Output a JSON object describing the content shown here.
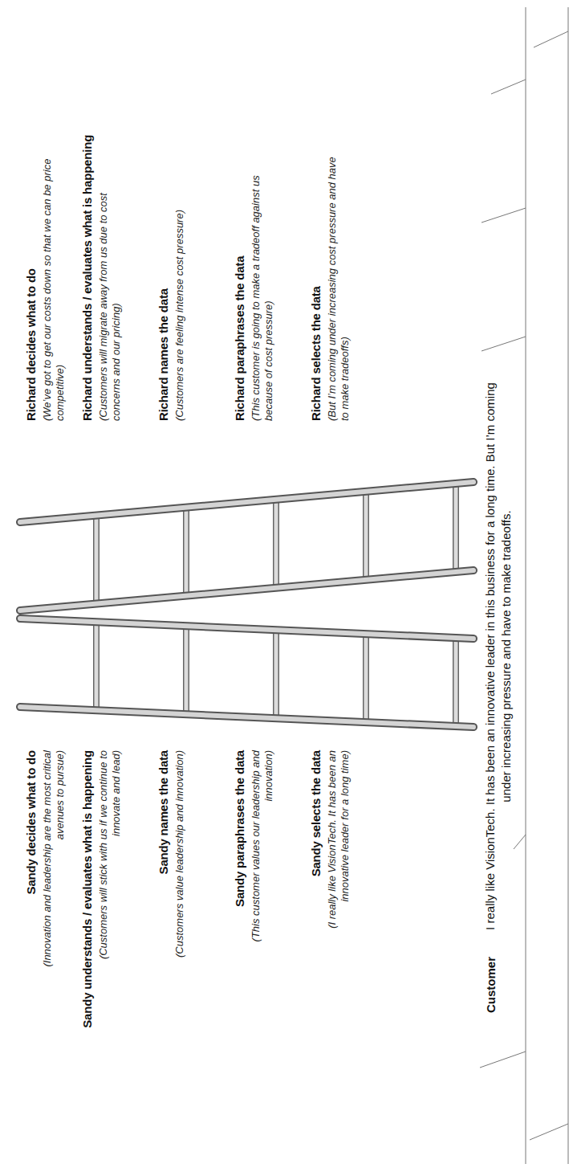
{
  "diagram": {
    "labels": [
      "Sandy decides what to do",
      "(Innovation and leadership are the most critical avenues to pursue)",
      "Sandy understands / evaluates what is happening",
      "(Customers will stick with us if we continue to innovate and lead)",
      "Sandy names the data",
      "(Customers value leadership and innovation)",
      "Sandy paraphrases the data",
      "(This customer values our leadership and innovation)",
      "Sandy selects the data",
      "(I really like VisionTech. It has been an innovative leader for a long time)",
      "Customer",
      "I really like VisionTech. It has been an innovative leader in this business for a long time. But I’m coming under increasing pressure and have to make tradeoffs.",
      "Richard decides what to do",
      "(We’ve got to get our costs down so that we can be price competitive)",
      "Richard understands / evaluates what is happening",
      "(Customers will migrate away from us due to cost concerns and our pricing)",
      "Richard names the data",
      "(Customers are feeling intense cost pressure)",
      "Richard paraphrases the data",
      "(This customer is going to make a tradeoff against us because of cost pressure)",
      "Richard selects the data",
      "(But I’m coming under increasing cost pressure and have to make tradeoffs)"
    ]
  }
}
